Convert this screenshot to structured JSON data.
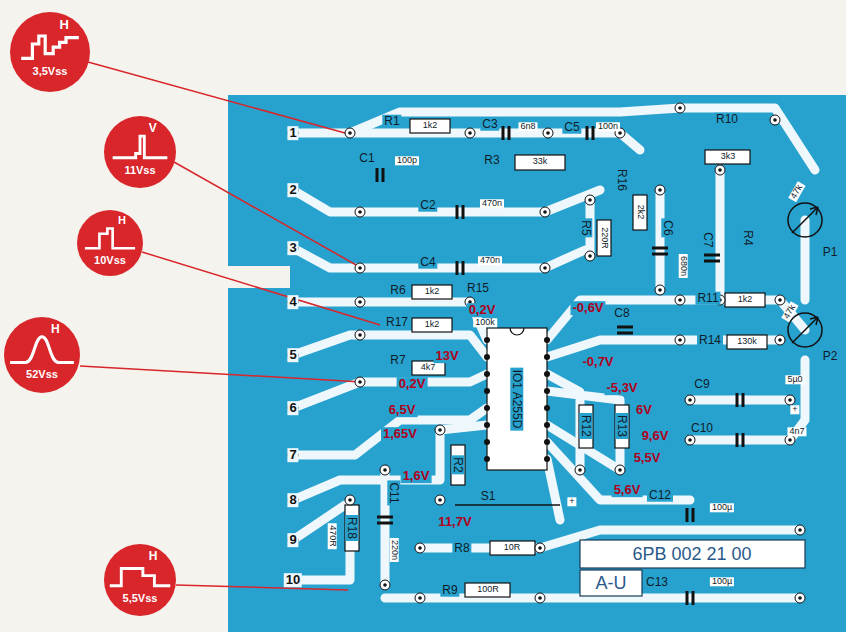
{
  "diagram": {
    "nodes": [
      {
        "text": [
          "H",
          "3,5Vss"
        ]
      },
      {
        "text": [
          "V",
          "11Vss"
        ]
      },
      {
        "text": [
          "H",
          "10Vss"
        ]
      },
      {
        "text": [
          "H",
          "52Vss"
        ]
      },
      {
        "text": [
          "H",
          "5,5Vss"
        ]
      }
    ],
    "labels": [
      "1",
      "2",
      "3",
      "4",
      "5",
      "6",
      "7",
      "8",
      "9",
      "10",
      "R1",
      "1k2",
      "C3",
      "6n8",
      "C5",
      "100n",
      "R10",
      "3k3",
      "P1",
      "47k",
      "C1",
      "100p",
      "R3",
      "33k",
      "R16",
      "2k2",
      "C6",
      "680n",
      "C2",
      "470n",
      "R5",
      "220R",
      "C7",
      "R4",
      "C4",
      "470n",
      "R6",
      "1k2",
      "R15",
      "100k",
      "C8",
      "R11",
      "1k2",
      "P2",
      "47k",
      "R17",
      "1k2",
      "R14",
      "130k",
      "R7",
      "4k7",
      "C9",
      "5µ0",
      "+",
      "IO1 A255D",
      "R12",
      "R13",
      "C10",
      "4n7",
      "R2",
      "S1",
      "C12",
      "100µ",
      "+",
      "R18",
      "470R",
      "C11",
      "220n",
      "R8",
      "10R",
      "R9",
      "100R",
      "C13",
      "100µ",
      "6PB 002 21 00",
      "A-U",
      "0,2V",
      "-0,6V",
      "13V",
      "-0,7V",
      "0,2V",
      "-5,3V",
      "6,5V",
      "6V",
      "1,65V",
      "9,6V",
      "1,6V",
      "5,5V",
      "5,6V",
      "11,7V"
    ]
  }
}
